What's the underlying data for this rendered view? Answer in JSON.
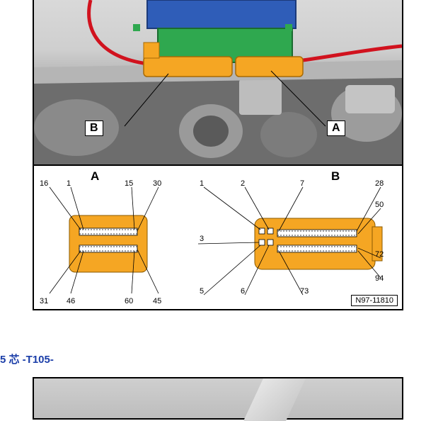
{
  "photo": {
    "callout_b": "B",
    "callout_a": "A"
  },
  "schematic": {
    "connector_a": {
      "title": "A",
      "top_labels": [
        "16",
        "1",
        "15",
        "30"
      ],
      "bottom_labels": [
        "31",
        "46",
        "60",
        "45"
      ]
    },
    "connector_b": {
      "title": "B",
      "top_labels": [
        "1",
        "2",
        "7",
        "28"
      ],
      "right_labels": [
        "50",
        "72",
        "94"
      ],
      "left_labels": [
        "3",
        "5"
      ],
      "bottom_labels": [
        "6",
        "73"
      ]
    },
    "ref_code": "N97-11810"
  },
  "section": {
    "heading": "5 芯 -T105-"
  },
  "colors": {
    "connector_orange": "#f5a623",
    "module_blue": "#2f5db8",
    "module_green": "#2fa84f",
    "cable_red": "#d1121e",
    "heading_blue": "#1a3da8"
  }
}
